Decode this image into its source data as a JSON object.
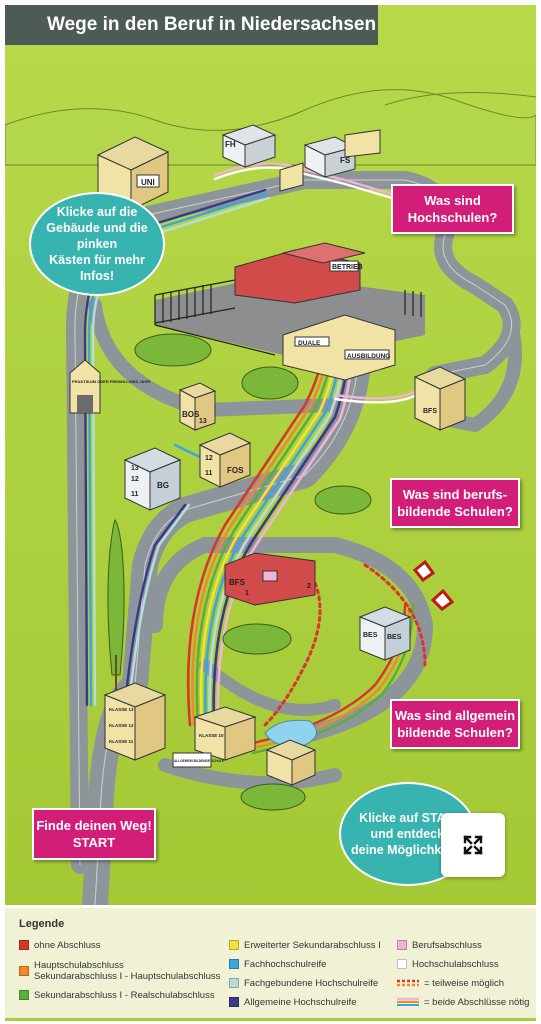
{
  "header": {
    "title": "Wege in den Beruf in Niedersachsen"
  },
  "buttons": {
    "hochschulen": [
      "Was sind",
      "Hochschulen?"
    ],
    "berufsbildende": [
      "Was sind berufs-",
      "bildende Schulen?"
    ],
    "allgemeinbildende": [
      "Was sind allgemein",
      "bildende Schulen?"
    ],
    "start": [
      "Finde deinen Weg!",
      "START"
    ]
  },
  "bubbles": {
    "top": [
      "Klicke auf die",
      "Gebäude und die pinken",
      "Kästen für mehr",
      "Infos!"
    ],
    "bottom": [
      "Klicke auf START",
      "und entdecke",
      "deine Möglichkeiten"
    ]
  },
  "buildings": {
    "uni": "UNI",
    "fh": "FH",
    "fs": "FS",
    "betrieb": "BETRIEB",
    "duale": "DUALE",
    "ausbildung": "AUSBILDUNG",
    "praktikum": "PRAKTIKUM ODER FREIWILLIGES JAHR",
    "bos": "BOS",
    "bos_num": "13",
    "fos": "FOS",
    "fos_12": "12",
    "fos_11": "11",
    "bg": "BG",
    "bg_13": "13",
    "bg_12": "12",
    "bg_11": "11",
    "bfs_right": "BFS",
    "bfs_mid": "BFS",
    "bfs_mid_1": "1",
    "bfs_mid_2": "2",
    "bes1": "BES",
    "bes2": "BES",
    "klasse13": "KLASSE 13",
    "klasse12": "KLASSE 12",
    "klasse11": "KLASSE 11",
    "klasse10": "KLASSE 10",
    "allg_schule": "ALLGEMEIN BILDENDE SCHULE"
  },
  "legend": {
    "title": "Legende",
    "items": [
      {
        "label": "ohne Abschluss",
        "color": "#d8362b"
      },
      {
        "label": "Hauptschulabschluss\nSekundarabschluss I - Hauptschulabschluss",
        "color": "#ee8a2b"
      },
      {
        "label": "Sekundarabschluss I - Realschulabschluss",
        "color": "#5aae3d"
      },
      {
        "label": "Erweiterter Sekundarabschluss I",
        "color": "#f3e03a"
      },
      {
        "label": "Fachhochschulreife",
        "color": "#3aa6dc"
      },
      {
        "label": "Fachgebundene Hochschulreife",
        "color": "#b6dcdc"
      },
      {
        "label": "Allgemeine Hochschulreife",
        "color": "#3b3986"
      },
      {
        "label": "Berufsabschluss",
        "color": "#f1b4d4"
      },
      {
        "label": "Hochschulabschluss",
        "color": "#ffffff"
      },
      {
        "label": "= teilweise möglich",
        "color": "#d8362b"
      },
      {
        "label": "= beide Abschlüsse nötig",
        "color": "#f1b4d4"
      }
    ]
  }
}
